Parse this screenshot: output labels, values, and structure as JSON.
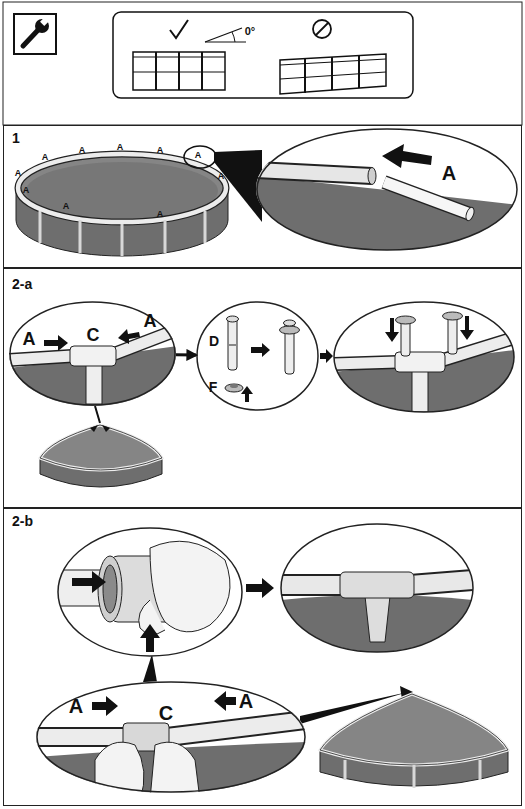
{
  "diagram": {
    "nodes": [
      {
        "text": [
          "1"
        ]
      },
      {
        "text": [
          "A"
        ],
        "in": 0
      },
      {
        "text": [
          "2-a"
        ]
      },
      {
        "text": [
          "A",
          "C",
          "A"
        ],
        "in": 2
      },
      {
        "text": [
          "D",
          "F"
        ],
        "in": 2
      },
      {
        "text": [
          "2-b"
        ]
      },
      {
        "text": [
          "A",
          "C",
          "A"
        ],
        "in": 5
      }
    ],
    "edges": [
      {
        "from": 3,
        "to": 4,
        "arrow": "to"
      }
    ],
    "labels": [
      "0°",
      "A",
      "A",
      "A",
      "A",
      "A",
      "A",
      "A",
      "A",
      "A",
      "A"
    ]
  }
}
